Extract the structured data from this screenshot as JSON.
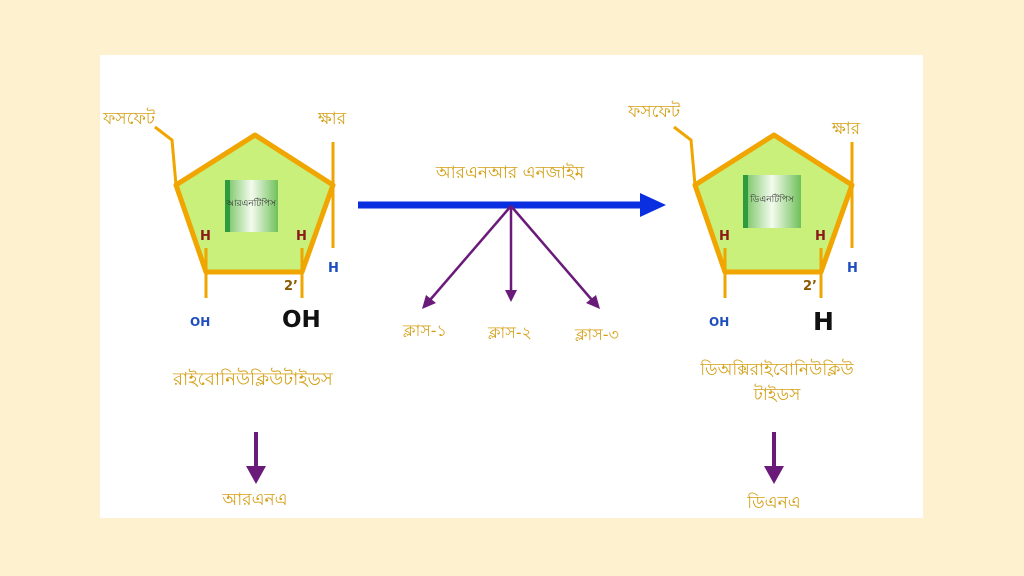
{
  "colors": {
    "background": "#fdf1cf",
    "panel": "#ffffff",
    "label_text": "#d4a017",
    "ring_stroke": "#f0a500",
    "ring_fill": "#c8f07a",
    "arrow_blue": "#0a2fe0",
    "arrow_purple": "#6a1b7a",
    "h_red": "#8b1a1a",
    "h_blue": "#1f4fbf"
  },
  "left": {
    "phosphate_label": "ফসফেট",
    "base_label": "ক্ষার",
    "center_label": "আরএনটিপিস",
    "h_left": "H",
    "h_right": "H",
    "h_side": "H",
    "prime_label": "2’",
    "oh_small": "OH",
    "oh_big": "OH",
    "name": "রাইবোনিউক্লিউটাইডস",
    "product": "আরএনএ"
  },
  "middle": {
    "enzyme_label": "আরএনআর এনজাইম",
    "classes": [
      "ক্লাস-১",
      "ক্লাস-২",
      "ক্লাস-৩"
    ]
  },
  "right": {
    "phosphate_label": "ফসফেট",
    "base_label": "ক্ষার",
    "center_label": "ডিএনটিপিস",
    "h_left": "H",
    "h_right": "H",
    "h_side": "H",
    "prime_label": "2’",
    "oh_small": "OH",
    "h_big": "H",
    "name_line1": "ডিঅক্সিরাইবোনিউক্লিউ",
    "name_line2": "টাইডস",
    "product": "ডিএনএ"
  }
}
